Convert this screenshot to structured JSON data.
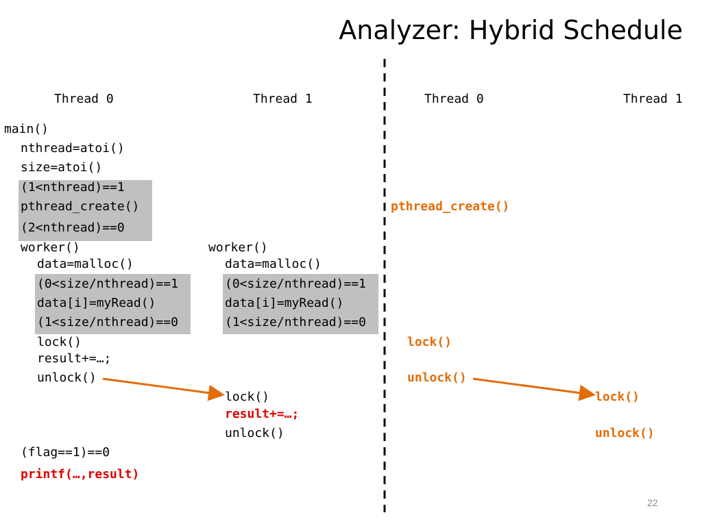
{
  "title": "Analyzer: Hybrid Schedule",
  "page_number": "22",
  "headers": {
    "left_thread0": "Thread 0",
    "left_thread1": "Thread 1",
    "right_thread0": "Thread 0",
    "right_thread1": "Thread 1"
  },
  "thread0_code": {
    "main": "main()",
    "nthread": "nthread=atoi()",
    "size": "size=atoi()",
    "cond1": "(1<nthread)==1",
    "pthread_create": "pthread_create()",
    "cond2": "(2<nthread)==0",
    "worker": "worker()",
    "data_malloc": "data=malloc()",
    "cond3": "(0<size/nthread)==1",
    "myread": "data[i]=myRead()",
    "cond4": "(1<size/nthread)==0",
    "lock": "lock()",
    "result": "result+=…;",
    "unlock": "unlock()",
    "flag": "(flag==1)==0",
    "printf": "printf(…,result)"
  },
  "thread1_code": {
    "worker": "worker()",
    "data_malloc": "data=malloc()",
    "cond3": "(0<size/nthread)==1",
    "myread": "data[i]=myRead()",
    "cond4": "(1<size/nthread)==0",
    "lock": "lock()",
    "result": "result+=…;",
    "unlock": "unlock()"
  },
  "schedule_thread0": {
    "pthread_create": "pthread_create()",
    "lock": "lock()",
    "unlock": "unlock()"
  },
  "schedule_thread1": {
    "lock": "lock()",
    "unlock": "unlock()"
  },
  "colors": {
    "highlight_gray": "#c0c0c0",
    "sync_orange": "#e36c0a",
    "race_red": "#e00000"
  }
}
